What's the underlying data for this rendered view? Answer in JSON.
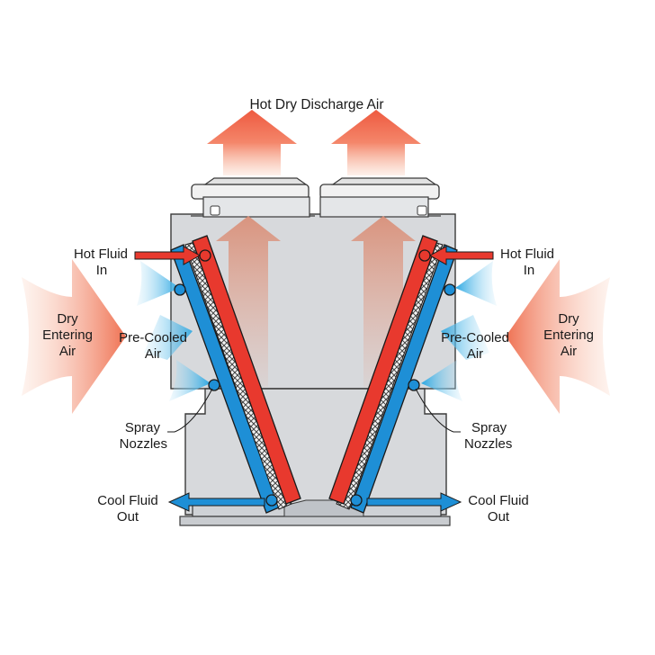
{
  "title": "Hot Dry Discharge Air",
  "labels": {
    "hot_fluid_in_line1": "Hot Fluid",
    "hot_fluid_in_line2": "In",
    "dry_entering_air_line1": "Dry",
    "dry_entering_air_line2": "Entering",
    "dry_entering_air_line3": "Air",
    "pre_cooled_air_line1": "Pre-Cooled",
    "pre_cooled_air_line2": "Air",
    "spray_nozzles_line1": "Spray",
    "spray_nozzles_line2": "Nozzles",
    "cool_fluid_out_line1": "Cool Fluid",
    "cool_fluid_out_line2": "Out"
  },
  "colors": {
    "hot_fluid": "#e8392e",
    "cool_fluid": "#1e8fd6",
    "hot_air": "#ef6b4e",
    "pre_cooled_air": "#39aee6",
    "housing": "#d7d9dc",
    "outline": "#3a3a3a"
  },
  "icons": [
    "fan-icon",
    "hot-air-arrow-icon",
    "dry-air-arrow-icon",
    "spray-cone-icon",
    "fluid-arrow-icon"
  ]
}
